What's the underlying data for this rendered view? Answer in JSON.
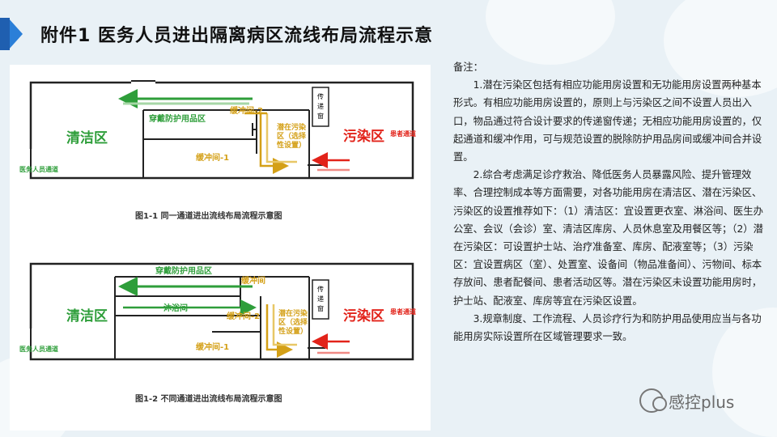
{
  "title": "附件1  医务人员进出隔离病区流线布局流程示意",
  "figure1": {
    "clean_zone": "清洁区",
    "dirty_zone": "污染区",
    "potential_zone_lines": [
      "潜在污染",
      "区（选择",
      "性设置）"
    ],
    "donning_room": "穿戴防护用品区",
    "buffer2": "缓冲间-2",
    "buffer1": "缓冲间-1",
    "pass_window_chars": [
      "传",
      "递",
      "窗"
    ],
    "patient_channel": "患者通道",
    "staff_channel": "医务人员通道",
    "caption": "图1-1  同一通道进出流线布局流程示意图"
  },
  "figure2": {
    "clean_zone": "清洁区",
    "dirty_zone": "污染区",
    "potential_zone_lines": [
      "潜在污染",
      "区（选择",
      "性设置）"
    ],
    "donning_room": "穿戴防护用品区",
    "shower_room": "沐浴间",
    "buffer_room": "缓冲间",
    "buffer2": "缓冲间-2",
    "buffer1": "缓冲间-1",
    "pass_window_chars": [
      "传",
      "递",
      "窗"
    ],
    "patient_channel": "患者通道",
    "staff_channel": "医务人员通道",
    "caption": "图1-2  不同通道进出流线布局流程示意图"
  },
  "notes": {
    "heading": "备注：",
    "item1": "1.潜在污染区包括有相应功能用房设置和无功能用房设置两种基本形式。有相应功能用房设置的，原则上与污染区之间不设置人员出入口，物品通过符合设计要求的传递窗传递；无相应功能用房设置的，仅起通道和缓冲作用，可与规范设置的脱除防护用品房间或缓冲间合并设置。",
    "item2": "2.综合考虑满足诊疗救治、降低医务人员暴露风险、提升管理效率、合理控制成本等方面需要，对各功能用房在清洁区、潜在污染区、污染区的设置推荐如下：（1）清洁区：宜设置更衣室、淋浴间、医生办公室、会议（会诊）室、清洁区库房、人员休息室及用餐区等；（2）潜在污染区：可设置护士站、治疗准备室、库房、配液室等；（3）污染区：宜设置病区（室）、处置室、设备间（物品准备间）、污物间、标本存放间、患者配餐间、患者活动区等。潜在污染区未设置功能用房时，护士站、配液室、库房等宜在污染区设置。",
    "item3": "3.规章制度、工作流程、人员诊疗行为和防护用品使用应当与各功能用房实际设置所在区域管理要求一致。"
  },
  "watermark": "感控plus",
  "colors": {
    "green": "#2e9e3a",
    "red": "#e2231a",
    "gold": "#d4a017",
    "accent": "#2b7fd8"
  }
}
